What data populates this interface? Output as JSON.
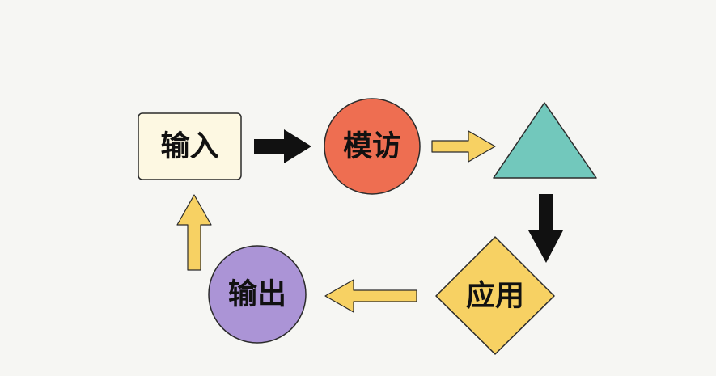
{
  "nodes": {
    "input": {
      "label": "输入",
      "shape": "rounded-rectangle",
      "fill": "#fdf8e2",
      "stroke": "#2b2b2b"
    },
    "imitate": {
      "label": "模访",
      "shape": "circle",
      "fill": "#ee6e51",
      "stroke": "#2b2b2b"
    },
    "triangle": {
      "label": "",
      "shape": "triangle",
      "fill": "#72c8bc",
      "stroke": "#2b2b2b"
    },
    "apply": {
      "label": "应用",
      "shape": "diamond",
      "fill": "#f7d163",
      "stroke": "#2b2b2b"
    },
    "output": {
      "label": "输出",
      "shape": "circle",
      "fill": "#ab94d6",
      "stroke": "#2b2b2b"
    }
  },
  "arrows": [
    {
      "from": "input",
      "to": "imitate",
      "style": "solid-black",
      "color": "#111111"
    },
    {
      "from": "imitate",
      "to": "triangle",
      "style": "outlined-yellow",
      "color": "#f7d163"
    },
    {
      "from": "triangle",
      "to": "apply",
      "style": "solid-black",
      "color": "#111111"
    },
    {
      "from": "apply",
      "to": "output",
      "style": "outlined-yellow",
      "color": "#f7d163"
    },
    {
      "from": "output",
      "to": "input",
      "style": "outlined-yellow",
      "color": "#f7d163"
    }
  ],
  "colors": {
    "background": "#f6f6f3",
    "outline": "#2b2b2b",
    "label": "#111111"
  }
}
